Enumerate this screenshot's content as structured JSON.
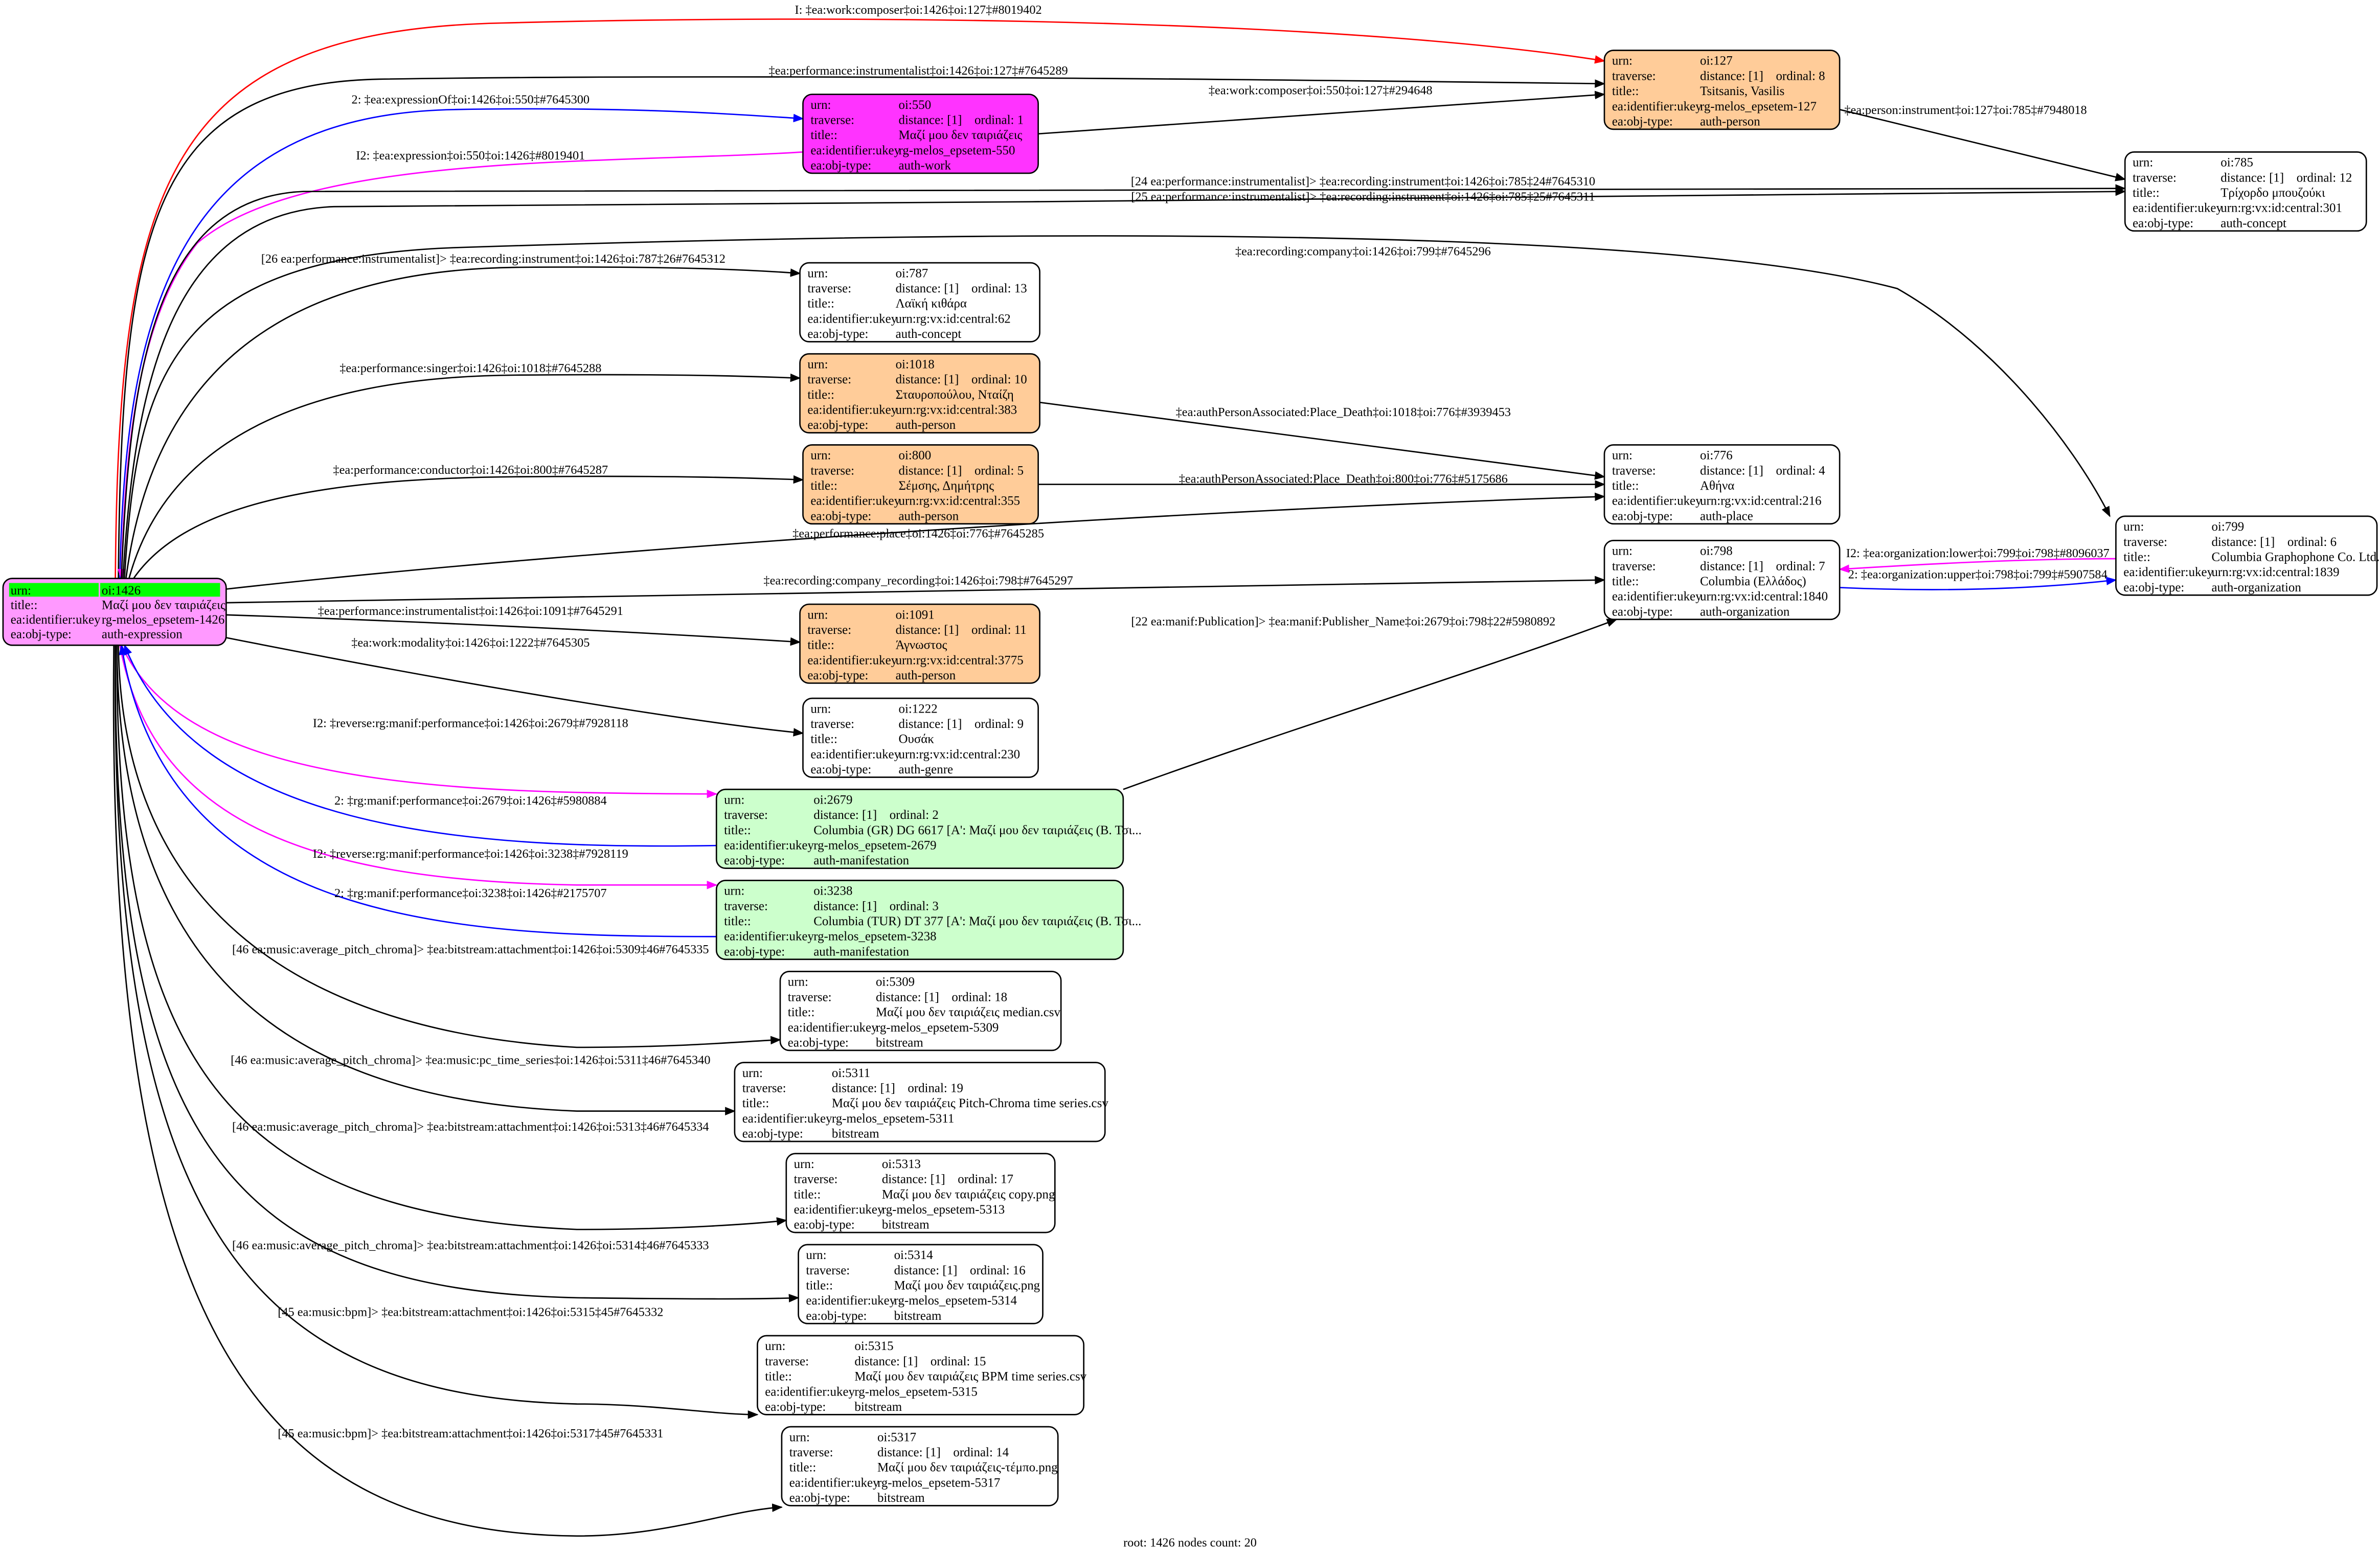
{
  "colors": {
    "root": "#ff99ff",
    "root_urn": "#00ff00",
    "work": "#ff33ff",
    "person": "#ffcc99",
    "manifestation": "#ccffcc",
    "default": "#ffffff",
    "red": "#ff0000",
    "blue": "#0000ff",
    "magenta": "#ff00ff",
    "black": "#000000"
  },
  "row_labels": {
    "urn": "urn:",
    "traverse": "traverse:",
    "title": "title::",
    "ukey": "ea:identifier:ukey",
    "type": "ea:obj-type:"
  },
  "root": {
    "id": "1426",
    "urn": "oi:1426",
    "title": "Μαζί μου δεν ταιριάζεις",
    "ukey": "rg-melos_epsetem-1426",
    "type": "auth-expression"
  },
  "nodes": [
    {
      "id": "127",
      "urn": "oi:127",
      "distance": "distance: [1]",
      "ordinal": "ordinal: 8",
      "title": "Tsitsanis, Vasilis",
      "ukey": "rg-melos_epsetem-127",
      "type": "auth-person",
      "fill": "person"
    },
    {
      "id": "550",
      "urn": "oi:550",
      "distance": "distance: [1]",
      "ordinal": "ordinal: 1",
      "title": "Μαζί μου δεν ταιριάζεις",
      "ukey": "rg-melos_epsetem-550",
      "type": "auth-work",
      "fill": "work"
    },
    {
      "id": "785",
      "urn": "oi:785",
      "distance": "distance: [1]",
      "ordinal": "ordinal: 12",
      "title": "Τρίχορδο μπουζούκι",
      "ukey": "urn:rg:vx:id:central:301",
      "type": "auth-concept",
      "fill": "default"
    },
    {
      "id": "787",
      "urn": "oi:787",
      "distance": "distance: [1]",
      "ordinal": "ordinal: 13",
      "title": "Λαϊκή κιθάρα",
      "ukey": "urn:rg:vx:id:central:62",
      "type": "auth-concept",
      "fill": "default"
    },
    {
      "id": "1018",
      "urn": "oi:1018",
      "distance": "distance: [1]",
      "ordinal": "ordinal: 10",
      "title": "Σταυροπούλου, Νταίζη",
      "ukey": "urn:rg:vx:id:central:383",
      "type": "auth-person",
      "fill": "person"
    },
    {
      "id": "800",
      "urn": "oi:800",
      "distance": "distance: [1]",
      "ordinal": "ordinal: 5",
      "title": "Σέμσης, Δημήτρης",
      "ukey": "urn:rg:vx:id:central:355",
      "type": "auth-person",
      "fill": "person"
    },
    {
      "id": "776",
      "urn": "oi:776",
      "distance": "distance: [1]",
      "ordinal": "ordinal: 4",
      "title": "Αθήνα",
      "ukey": "urn:rg:vx:id:central:216",
      "type": "auth-place",
      "fill": "default"
    },
    {
      "id": "798",
      "urn": "oi:798",
      "distance": "distance: [1]",
      "ordinal": "ordinal: 7",
      "title": "Columbia (Ελλάδος)",
      "ukey": "urn:rg:vx:id:central:1840",
      "type": "auth-organization",
      "fill": "default"
    },
    {
      "id": "799",
      "urn": "oi:799",
      "distance": "distance: [1]",
      "ordinal": "ordinal: 6",
      "title": "Columbia Graphophone Co. Ltd.",
      "ukey": "urn:rg:vx:id:central:1839",
      "type": "auth-organization",
      "fill": "default"
    },
    {
      "id": "1091",
      "urn": "oi:1091",
      "distance": "distance: [1]",
      "ordinal": "ordinal: 11",
      "title": "Άγνωστος",
      "ukey": "urn:rg:vx:id:central:3775",
      "type": "auth-person",
      "fill": "person"
    },
    {
      "id": "1222",
      "urn": "oi:1222",
      "distance": "distance: [1]",
      "ordinal": "ordinal: 9",
      "title": "Ουσάκ",
      "ukey": "urn:rg:vx:id:central:230",
      "type": "auth-genre",
      "fill": "default"
    },
    {
      "id": "2679",
      "urn": "oi:2679",
      "distance": "distance: [1]",
      "ordinal": "ordinal: 2",
      "title": "Columbia (GR) DG 6617 [A': Μαζί μου δεν ταιριάζεις (Β. Τσι...",
      "ukey": "rg-melos_epsetem-2679",
      "type": "auth-manifestation",
      "fill": "manifestation"
    },
    {
      "id": "3238",
      "urn": "oi:3238",
      "distance": "distance: [1]",
      "ordinal": "ordinal: 3",
      "title": "Columbia (TUR) DT 377 [A': Μαζί μου δεν ταιριάζεις (Β. Τσι...",
      "ukey": "rg-melos_epsetem-3238",
      "type": "auth-manifestation",
      "fill": "manifestation"
    },
    {
      "id": "5309",
      "urn": "oi:5309",
      "distance": "distance: [1]",
      "ordinal": "ordinal: 18",
      "title": "Μαζί μου δεν ταιριάζεις median.csv",
      "ukey": "rg-melos_epsetem-5309",
      "type": "bitstream",
      "fill": "default"
    },
    {
      "id": "5311",
      "urn": "oi:5311",
      "distance": "distance: [1]",
      "ordinal": "ordinal: 19",
      "title": "Μαζί μου δεν ταιριάζεις Pitch-Chroma time series.csv",
      "ukey": "rg-melos_epsetem-5311",
      "type": "bitstream",
      "fill": "default"
    },
    {
      "id": "5313",
      "urn": "oi:5313",
      "distance": "distance: [1]",
      "ordinal": "ordinal: 17",
      "title": "Μαζί μου δεν ταιριάζεις copy.png",
      "ukey": "rg-melos_epsetem-5313",
      "type": "bitstream",
      "fill": "default"
    },
    {
      "id": "5314",
      "urn": "oi:5314",
      "distance": "distance: [1]",
      "ordinal": "ordinal: 16",
      "title": "Μαζί μου δεν ταιριάζεις.png",
      "ukey": "rg-melos_epsetem-5314",
      "type": "bitstream",
      "fill": "default"
    },
    {
      "id": "5315",
      "urn": "oi:5315",
      "distance": "distance: [1]",
      "ordinal": "ordinal: 15",
      "title": "Μαζί μου δεν ταιριάζεις BPM time series.csv",
      "ukey": "rg-melos_epsetem-5315",
      "type": "bitstream",
      "fill": "default"
    },
    {
      "id": "5317",
      "urn": "oi:5317",
      "distance": "distance: [1]",
      "ordinal": "ordinal: 14",
      "title": "Μαζί μου δεν ταιριάζεις-τέμπο.png",
      "ukey": "rg-melos_epsetem-5317",
      "type": "bitstream",
      "fill": "default"
    }
  ],
  "edges": [
    {
      "from": "1426",
      "to": "127",
      "color": "red",
      "label": "I: ‡ea:work:composer‡oi:1426‡oi:127‡#8019402"
    },
    {
      "from": "1426",
      "to": "127",
      "color": "black",
      "label": "‡ea:performance:instrumentalist‡oi:1426‡oi:127‡#7645289"
    },
    {
      "from": "1426",
      "to": "550",
      "color": "blue",
      "label": "2: ‡ea:expressionOf‡oi:1426‡oi:550‡#7645300"
    },
    {
      "from": "550",
      "to": "127",
      "color": "black",
      "label": "‡ea:work:composer‡oi:550‡oi:127‡#294648"
    },
    {
      "from": "550",
      "to": "1426",
      "color": "magenta",
      "label": "I2: ‡ea:expression‡oi:550‡oi:1426‡#8019401"
    },
    {
      "from": "127",
      "to": "785",
      "color": "black",
      "label": "‡ea:person:instrument‡oi:127‡oi:785‡#7948018"
    },
    {
      "from": "1426",
      "to": "785",
      "color": "black",
      "label": "[24 ea:performance:instrumentalist]> ‡ea:recording:instrument‡oi:1426‡oi:785‡24#7645310"
    },
    {
      "from": "1426",
      "to": "785",
      "color": "black",
      "label": "[25 ea:performance:instrumentalist]> ‡ea:recording:instrument‡oi:1426‡oi:785‡25#7645311"
    },
    {
      "from": "1426",
      "to": "799",
      "color": "black",
      "label": "‡ea:recording:company‡oi:1426‡oi:799‡#7645296"
    },
    {
      "from": "1426",
      "to": "787",
      "color": "black",
      "label": "[26 ea:performance:instrumentalist]> ‡ea:recording:instrument‡oi:1426‡oi:787‡26#7645312"
    },
    {
      "from": "1426",
      "to": "1018",
      "color": "black",
      "label": "‡ea:performance:singer‡oi:1426‡oi:1018‡#7645288"
    },
    {
      "from": "1018",
      "to": "776",
      "color": "black",
      "label": "‡ea:authPersonAssociated:Place_Death‡oi:1018‡oi:776‡#3939453"
    },
    {
      "from": "1426",
      "to": "800",
      "color": "black",
      "label": "‡ea:performance:conductor‡oi:1426‡oi:800‡#7645287"
    },
    {
      "from": "800",
      "to": "776",
      "color": "black",
      "label": "‡ea:authPersonAssociated:Place_Death‡oi:800‡oi:776‡#5175686"
    },
    {
      "from": "1426",
      "to": "776",
      "color": "black",
      "label": "‡ea:performance:place‡oi:1426‡oi:776‡#7645285"
    },
    {
      "from": "1426",
      "to": "798",
      "color": "black",
      "label": "‡ea:recording:company_recording‡oi:1426‡oi:798‡#7645297"
    },
    {
      "from": "799",
      "to": "798",
      "color": "magenta",
      "label": "I2: ‡ea:organization:lower‡oi:799‡oi:798‡#8096037"
    },
    {
      "from": "798",
      "to": "799",
      "color": "blue",
      "label": "2: ‡ea:organization:upper‡oi:798‡oi:799‡#5907584"
    },
    {
      "from": "1426",
      "to": "1091",
      "color": "black",
      "label": "‡ea:performance:instrumentalist‡oi:1426‡oi:1091‡#7645291"
    },
    {
      "from": "2679",
      "to": "798",
      "color": "black",
      "label": "[22 ea:manif:Publication]> ‡ea:manif:Publisher_Name‡oi:2679‡oi:798‡22#5980892"
    },
    {
      "from": "1426",
      "to": "1222",
      "color": "black",
      "label": "‡ea:work:modality‡oi:1426‡oi:1222‡#7645305"
    },
    {
      "from": "1426",
      "to": "2679",
      "color": "magenta",
      "label": "I2: ‡reverse:rg:manif:performance‡oi:1426‡oi:2679‡#7928118"
    },
    {
      "from": "2679",
      "to": "1426",
      "color": "blue",
      "label": "2: ‡rg:manif:performance‡oi:2679‡oi:1426‡#5980884"
    },
    {
      "from": "1426",
      "to": "3238",
      "color": "magenta",
      "label": "I2: ‡reverse:rg:manif:performance‡oi:1426‡oi:3238‡#7928119"
    },
    {
      "from": "3238",
      "to": "1426",
      "color": "blue",
      "label": "2: ‡rg:manif:performance‡oi:3238‡oi:1426‡#2175707"
    },
    {
      "from": "1426",
      "to": "5309",
      "color": "black",
      "label": "[46 ea:music:average_pitch_chroma]> ‡ea:bitstream:attachment‡oi:1426‡oi:5309‡46#7645335"
    },
    {
      "from": "1426",
      "to": "5311",
      "color": "black",
      "label": "[46 ea:music:average_pitch_chroma]> ‡ea:music:pc_time_series‡oi:1426‡oi:5311‡46#7645340"
    },
    {
      "from": "1426",
      "to": "5313",
      "color": "black",
      "label": "[46 ea:music:average_pitch_chroma]> ‡ea:bitstream:attachment‡oi:1426‡oi:5313‡46#7645334"
    },
    {
      "from": "1426",
      "to": "5314",
      "color": "black",
      "label": "[46 ea:music:average_pitch_chroma]> ‡ea:bitstream:attachment‡oi:1426‡oi:5314‡46#7645333"
    },
    {
      "from": "1426",
      "to": "5315",
      "color": "black",
      "label": "[45 ea:music:bpm]> ‡ea:bitstream:attachment‡oi:1426‡oi:5315‡45#7645332"
    },
    {
      "from": "1426",
      "to": "5317",
      "color": "black",
      "label": "[45 ea:music:bpm]> ‡ea:bitstream:attachment‡oi:1426‡oi:5317‡45#7645331"
    }
  ],
  "footer": "root: 1426 nodes count: 20"
}
